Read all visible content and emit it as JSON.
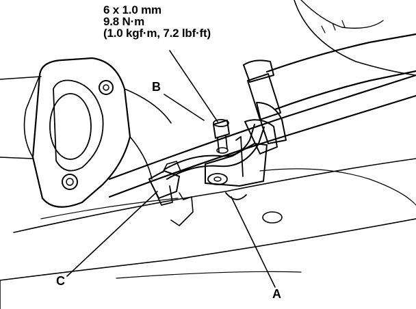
{
  "torque_spec": {
    "bolt_size": "6 x 1.0 mm",
    "torque_nm": "9.8 N·m",
    "torque_alt": "(1.0 kgf·m, 7.2 lbf·ft)"
  },
  "callouts": {
    "a": "A",
    "b": "B",
    "c": "C"
  },
  "colors": {
    "line": "#000000",
    "background": "#ffffff"
  }
}
